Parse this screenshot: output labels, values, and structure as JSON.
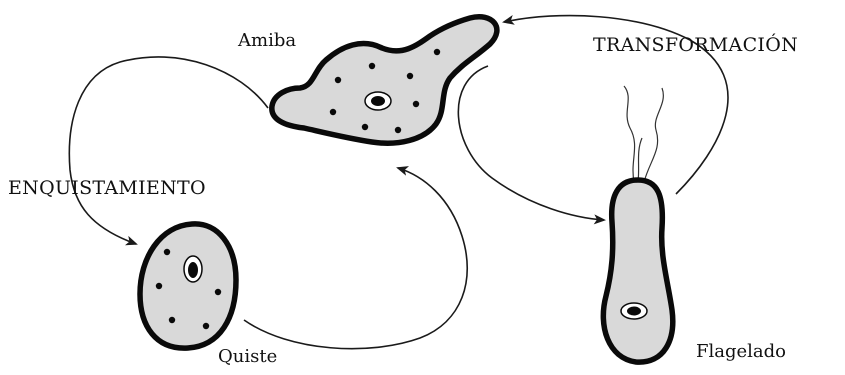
{
  "labels": {
    "amoeba": "Amiba",
    "transformation": "TRANSFORMACIÓN",
    "encystment": "ENQUISTAMIENTO",
    "cyst": "Quiste",
    "flagellate": "Flagelado"
  },
  "colors": {
    "cell_fill": "#d9d9d9",
    "outline": "#0a0a0a",
    "arrow": "#1a1a1a",
    "background": "#ffffff"
  },
  "stages": [
    "amoeba",
    "flagellate",
    "cyst"
  ]
}
